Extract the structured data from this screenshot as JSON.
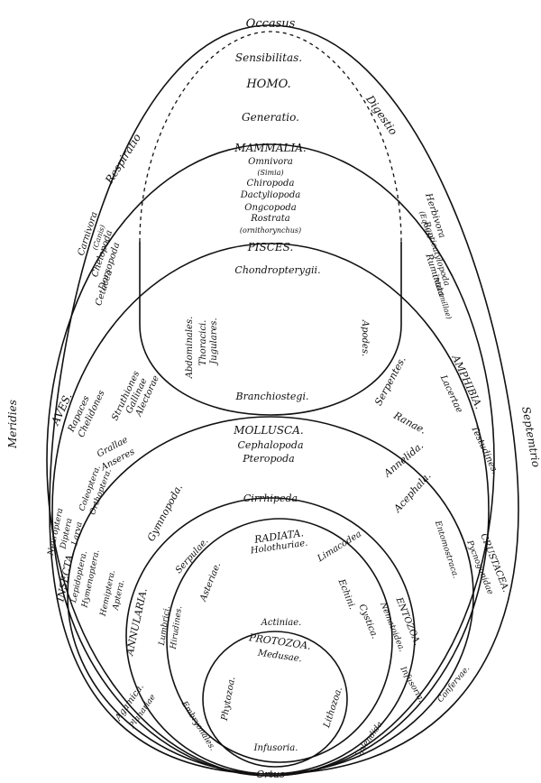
{
  "outer_labels": {
    "top": "Occasus",
    "bottom": "Ortus",
    "left": "Meridies",
    "right": "Septemtrio",
    "respiratio": "Respiratio",
    "digestio": "Digestio"
  },
  "homo_region": {
    "sensibilitas": "Sensibilitas.",
    "homo": "HOMO.",
    "generatio": "Generatio."
  },
  "mammalia": {
    "title": "MAMMALIA.",
    "items": [
      "Omnivora",
      "(Simia)",
      "Chiropoda",
      "Dactyliopoda",
      "Ongcopoda",
      "Rostrata",
      "(ornithorynchus)"
    ],
    "left_items": [
      "Carnivora",
      "(Canis)",
      "Chelopoda",
      "Dorsopoda",
      "Cetacea"
    ],
    "right_items": [
      "Herbivora",
      "(Equus)",
      "Rapticatylopoda",
      "Ruminata",
      "(Mammillae)"
    ]
  },
  "pisces": {
    "title": "PISCES.",
    "chondropterygii": "Chondropterygii.",
    "fins": [
      "Abdominales.",
      "Thoracici.",
      "Jugulares."
    ],
    "apodes": "Apodes.",
    "branchiostegi": "Branchiostegi."
  },
  "aves": {
    "title": "AVES.",
    "left_items": [
      "Rapaces",
      "Chelidones"
    ],
    "struthiones": [
      "Struthiones",
      "Gallinae",
      "Alectorae"
    ],
    "grallae": [
      "Grallae",
      "Anseres"
    ]
  },
  "amphibia": {
    "title": "AMPHIBIA.",
    "items": [
      "Lacertae"
    ],
    "serpentes": "Serpentes.",
    "ranae": "Ranae.",
    "testudines": "Testudines."
  },
  "mollusca": {
    "title": "MOLLUSCA.",
    "items": [
      "Cephalopoda",
      "Pteropoda"
    ],
    "acephala": "Acephala.",
    "annelida": "Annelida.",
    "cirrhipeda": "Cirrhipeda",
    "limacodea": "Limacodea"
  },
  "insecta": {
    "title": "INSECTA.",
    "items": [
      "Lepidoptera.",
      "Hymenoptera.",
      "Hemiptera.",
      "Aptera."
    ],
    "top_items": [
      "Neuroptera",
      "Diptera",
      "Larva"
    ],
    "coleoptera": [
      "Coleoptera.",
      "Orthoptera."
    ],
    "gymnopoda": "Gymnopoda."
  },
  "crustacea": {
    "title": "CRUSTACEA.",
    "items": [
      "Pycnogonidae"
    ],
    "entomostraca": "Entomostraca."
  },
  "annularia": {
    "title": "ANNULARIA.",
    "items": [
      "Lumbrici.",
      "Hirudines."
    ]
  },
  "radiata": {
    "title": "RADIATA.",
    "holothuriae": "Holothuriae.",
    "serpulae": "Serpulae.",
    "asteriae": "Asteriae.",
    "echini": "Echini.",
    "actiniae": "Actiniae.",
    "cystica": "Cystica."
  },
  "entozoa": {
    "title": "ENTOZOA.",
    "nematoidea": "Nematoidea.",
    "infusoria_side": "Infusoria."
  },
  "protozoa": {
    "title": "PROTOZOA.",
    "medusae": "Medusae.",
    "phytozoa": "Phytozoa.",
    "lithozoa": "Lithozoa.",
    "infusoria": "Infusoria."
  },
  "bottom_labels": {
    "agamica": "Agamica.",
    "planariae": "Planariae",
    "embryonales": "Embryonales.",
    "confervae": "Confervae.",
    "splendida": "Splendida."
  }
}
